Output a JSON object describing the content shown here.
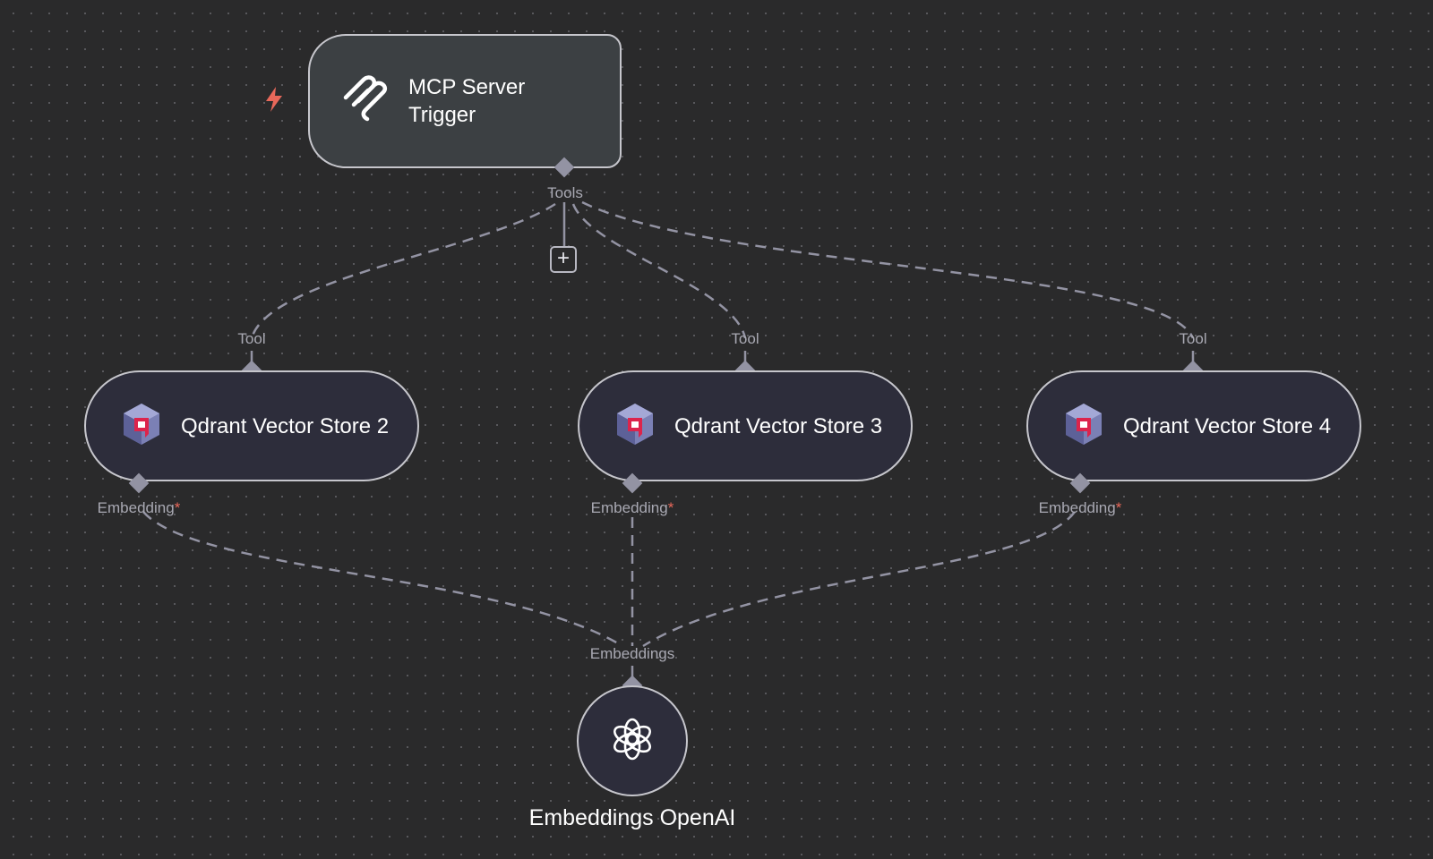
{
  "nodes": {
    "trigger": {
      "title": "MCP Server Trigger",
      "icon": "mcp-icon",
      "output_port": "Tools"
    },
    "store2": {
      "title": "Qdrant Vector Store 2",
      "icon": "qdrant-icon",
      "input_port": "Tool",
      "embedding_port": "Embedding",
      "required_mark": "*"
    },
    "store3": {
      "title": "Qdrant Vector Store 3",
      "icon": "qdrant-icon",
      "input_port": "Tool",
      "embedding_port": "Embedding",
      "required_mark": "*"
    },
    "store4": {
      "title": "Qdrant Vector Store 4",
      "icon": "qdrant-icon",
      "input_port": "Tool",
      "embedding_port": "Embedding",
      "required_mark": "*"
    },
    "embeddings": {
      "title": "Embeddings OpenAI",
      "icon": "openai-icon",
      "output_port": "Embeddings"
    }
  },
  "add_button": {
    "label": "+"
  },
  "colors": {
    "canvas": "#2a2a2b",
    "node_border": "#c6c6cc",
    "edge": "#9393a3",
    "trigger_bolt": "#e8685a"
  }
}
